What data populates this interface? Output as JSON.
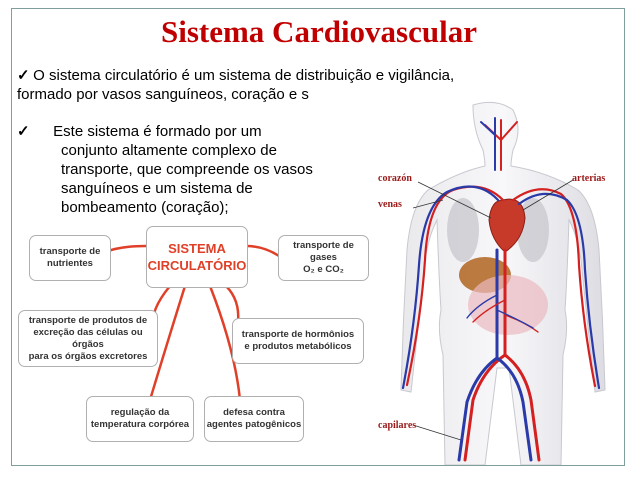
{
  "slide": {
    "title": "Sistema Cardiovascular",
    "bullet1_line1": "O sistema circulatório é um sistema de distribuição e vigilância,",
    "bullet1_line2": "formado por vasos sanguíneos, coração e s",
    "bullet2_line1": "Este sistema é formado por um",
    "bullet2_line2": "conjunto altamente complexo de",
    "bullet2_line3": "transporte, que compreende os vasos",
    "bullet2_line4": "sanguíneos e um sistema de",
    "bullet2_line5": "bombeamento (coração);",
    "tick": "✓"
  },
  "concept_map": {
    "center_line1": "SISTEMA",
    "center_line2": "CIRCULATÓRIO",
    "nodes": [
      {
        "line1": "transporte de",
        "line2": "nutrientes"
      },
      {
        "line1": "transporte de gases",
        "line2": "O₂ e CO₂"
      },
      {
        "line1": "transporte de produtos de",
        "line2": "excreção das células ou órgãos",
        "line3": "para os órgãos excretores"
      },
      {
        "line1": "transporte de hormônios",
        "line2": "e produtos metabólicos"
      },
      {
        "line1": "regulação da",
        "line2": "temperatura corpórea"
      },
      {
        "line1": "defesa contra",
        "line2": "agentes patogênicos"
      }
    ],
    "line_color": "#e04028"
  },
  "anatomy": {
    "label_corazon": "corazón",
    "label_arterias": "arterias",
    "label_venas": "venas",
    "label_capilares": "capilares",
    "artery_color": "#d42020",
    "vein_color": "#2a3aa8"
  }
}
